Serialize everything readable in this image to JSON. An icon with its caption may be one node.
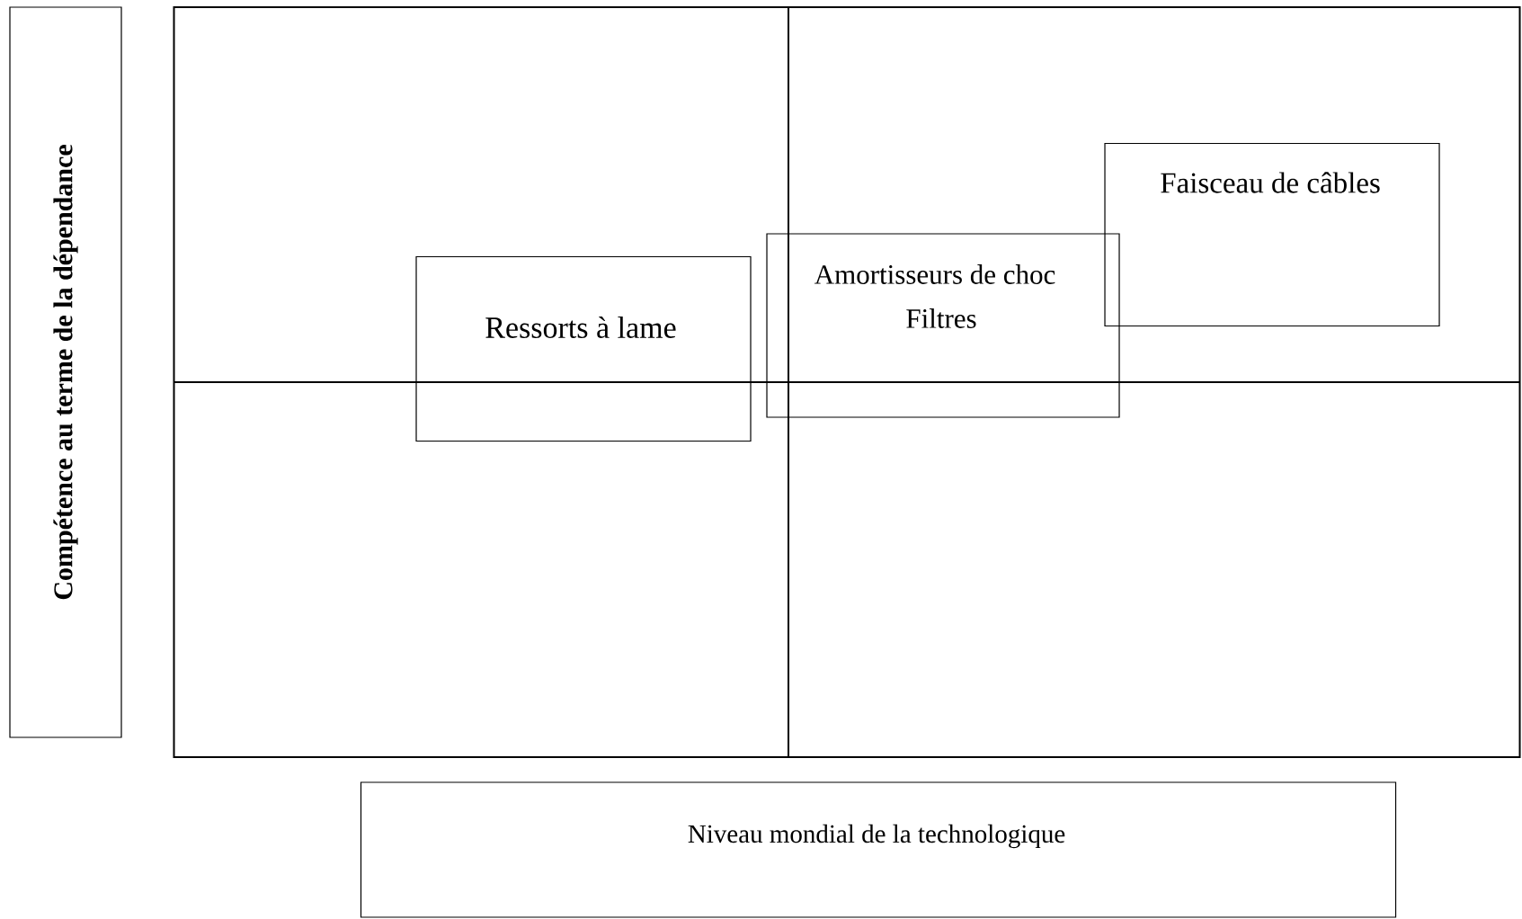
{
  "diagram": {
    "nodes": [
      {
        "text": [
          "Compétence au terme de la dépendance"
        ]
      },
      {
        "text": [],
        "shape": "box"
      },
      {
        "text": [
          "Ressorts à lame"
        ],
        "in": 1
      },
      {
        "text": [
          "Amortisseurs de choc",
          "Filtres"
        ],
        "in": 1
      },
      {
        "text": [
          "Faisceau de câbles"
        ],
        "in": 1
      },
      {
        "text": [
          "Niveau mondial de la technologique"
        ]
      }
    ],
    "edges": []
  }
}
